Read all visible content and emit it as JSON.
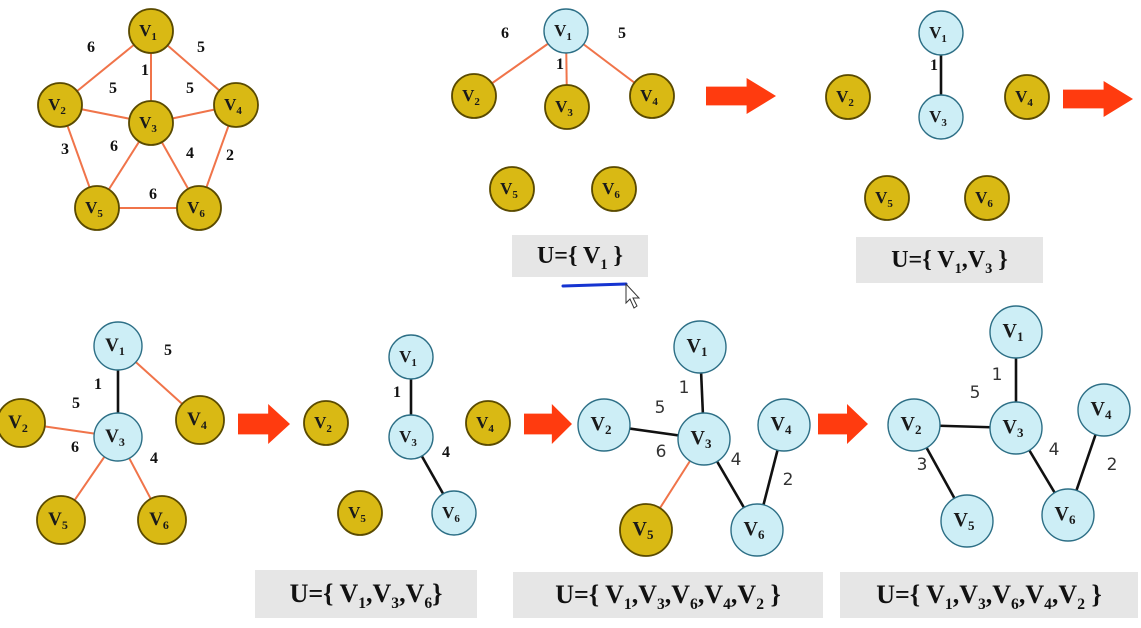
{
  "colors": {
    "yellow_fill": "#d9b914",
    "yellow_stroke": "#5a4a00",
    "blue_fill": "#cdeef6",
    "blue_stroke": "#2d6f86",
    "edge_orange": "#f0744a",
    "edge_black": "#111111",
    "arrow_red": "#ff3b0f",
    "caption_bg": "#e6e6e6",
    "underline_blue": "#1534d1"
  },
  "node_labels": {
    "V1": "V1",
    "V2": "V2",
    "V3": "V3",
    "V4": "V4",
    "V5": "V5",
    "V6": "V6"
  },
  "captions": [
    {
      "id": "cap1",
      "prefix": "U={ ",
      "items": [
        "V1"
      ],
      "suffix": " }"
    },
    {
      "id": "cap2",
      "prefix": "U={ ",
      "items": [
        "V1",
        "V3"
      ],
      "suffix": " }"
    },
    {
      "id": "cap3",
      "prefix": "U={ ",
      "items": [
        "V1",
        "V3",
        "V6"
      ],
      "suffix": "}"
    },
    {
      "id": "cap4",
      "prefix": "U={ ",
      "items": [
        "V1",
        "V3",
        "V6",
        "V4",
        "V2"
      ],
      "suffix": " }"
    },
    {
      "id": "cap5",
      "prefix": "U={ ",
      "items": [
        "V1",
        "V3",
        "V6",
        "V4",
        "V2"
      ],
      "suffix": " }"
    }
  ],
  "graphs": [
    {
      "id": "full-graph",
      "nodes": {
        "V1": "y",
        "V2": "y",
        "V3": "y",
        "V4": "y",
        "V5": "y",
        "V6": "y"
      },
      "edges": [
        {
          "a": "V1",
          "b": "V2",
          "w": "6",
          "s": "o"
        },
        {
          "a": "V1",
          "b": "V3",
          "w": "1",
          "s": "o"
        },
        {
          "a": "V1",
          "b": "V4",
          "w": "5",
          "s": "o"
        },
        {
          "a": "V2",
          "b": "V3",
          "w": "5",
          "s": "o"
        },
        {
          "a": "V3",
          "b": "V4",
          "w": "5",
          "s": "o"
        },
        {
          "a": "V2",
          "b": "V5",
          "w": "3",
          "s": "o"
        },
        {
          "a": "V3",
          "b": "V5",
          "w": "6",
          "s": "o"
        },
        {
          "a": "V3",
          "b": "V6",
          "w": "4",
          "s": "o"
        },
        {
          "a": "V4",
          "b": "V6",
          "w": "2",
          "s": "o"
        },
        {
          "a": "V5",
          "b": "V6",
          "w": "6",
          "s": "o"
        }
      ]
    },
    {
      "id": "step-1",
      "nodes": {
        "V1": "b",
        "V2": "y",
        "V3": "y",
        "V4": "y",
        "V5": "y",
        "V6": "y"
      },
      "edges": [
        {
          "a": "V1",
          "b": "V2",
          "w": "6",
          "s": "o"
        },
        {
          "a": "V1",
          "b": "V3",
          "w": "1",
          "s": "o"
        },
        {
          "a": "V1",
          "b": "V4",
          "w": "5",
          "s": "o"
        }
      ]
    },
    {
      "id": "step-2",
      "nodes": {
        "V1": "b",
        "V2": "y",
        "V3": "b",
        "V4": "y",
        "V5": "y",
        "V6": "y"
      },
      "edges": [
        {
          "a": "V1",
          "b": "V3",
          "w": "1",
          "s": "k"
        }
      ]
    },
    {
      "id": "step-3",
      "nodes": {
        "V1": "b",
        "V2": "y",
        "V3": "b",
        "V4": "y",
        "V5": "y",
        "V6": "y"
      },
      "edges": [
        {
          "a": "V1",
          "b": "V3",
          "w": "1",
          "s": "k"
        },
        {
          "a": "V1",
          "b": "V4",
          "w": "5",
          "s": "o"
        },
        {
          "a": "V3",
          "b": "V2",
          "w": "5",
          "s": "o"
        },
        {
          "a": "V3",
          "b": "V5",
          "w": "6",
          "s": "o"
        },
        {
          "a": "V3",
          "b": "V6",
          "w": "4",
          "s": "o"
        }
      ]
    },
    {
      "id": "step-4",
      "nodes": {
        "V1": "b",
        "V2": "y",
        "V3": "b",
        "V4": "y",
        "V5": "y",
        "V6": "b"
      },
      "edges": [
        {
          "a": "V1",
          "b": "V3",
          "w": "1",
          "s": "k"
        },
        {
          "a": "V3",
          "b": "V6",
          "w": "4",
          "s": "k"
        }
      ]
    },
    {
      "id": "step-5",
      "nodes": {
        "V1": "b",
        "V2": "b",
        "V3": "b",
        "V4": "b",
        "V5": "y",
        "V6": "b"
      },
      "edges": [
        {
          "a": "V1",
          "b": "V3",
          "w": "1",
          "s": "k"
        },
        {
          "a": "V2",
          "b": "V3",
          "w": "5",
          "s": "k"
        },
        {
          "a": "V3",
          "b": "V6",
          "w": "4",
          "s": "k"
        },
        {
          "a": "V4",
          "b": "V6",
          "w": "2",
          "s": "k"
        },
        {
          "a": "V3",
          "b": "V5",
          "w": "6",
          "s": "o"
        }
      ]
    },
    {
      "id": "step-6",
      "nodes": {
        "V1": "b",
        "V2": "b",
        "V3": "b",
        "V4": "b",
        "V5": "b",
        "V6": "b"
      },
      "edges": [
        {
          "a": "V1",
          "b": "V3",
          "w": "1",
          "s": "k"
        },
        {
          "a": "V2",
          "b": "V3",
          "w": "5",
          "s": "k"
        },
        {
          "a": "V3",
          "b": "V6",
          "w": "4",
          "s": "k"
        },
        {
          "a": "V4",
          "b": "V6",
          "w": "2",
          "s": "k"
        },
        {
          "a": "V2",
          "b": "V5",
          "w": "3",
          "s": "k"
        }
      ]
    }
  ]
}
